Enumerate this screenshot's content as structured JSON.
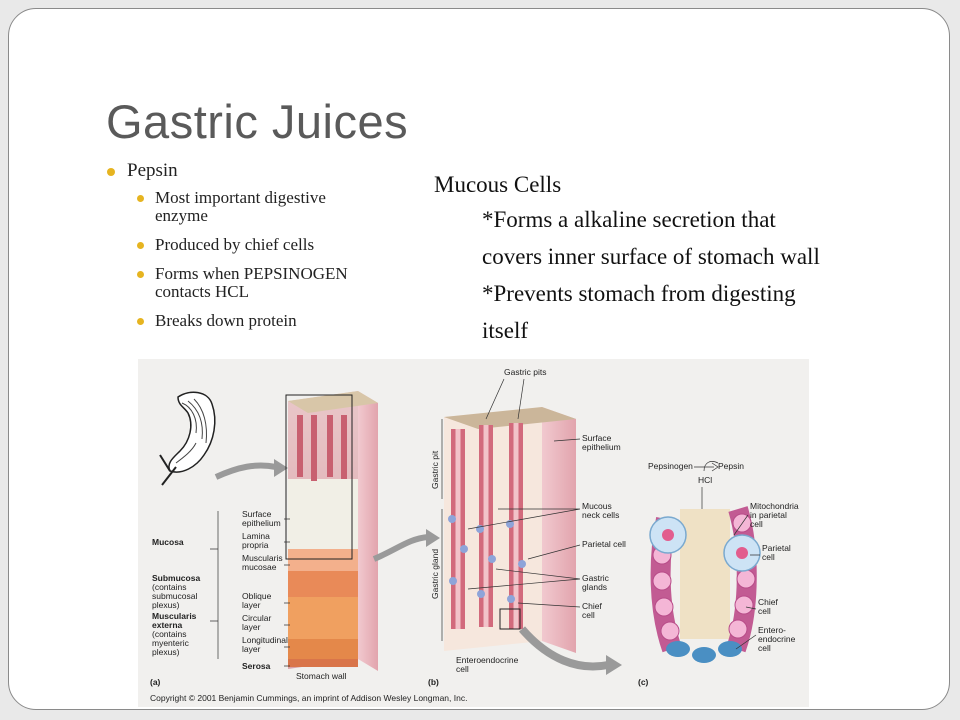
{
  "title": "Gastric Juices",
  "pepsin": {
    "label": "Pepsin",
    "items": [
      "Most important digestive enzyme",
      "Produced by chief cells",
      "Forms when PEPSINOGEN contacts HCL",
      "Breaks down protein"
    ]
  },
  "mucous": {
    "heading": "Mucous Cells",
    "lines": [
      "*Forms a alkaline secretion that",
      "covers inner surface of stomach wall",
      "*Prevents stomach from digesting",
      "itself"
    ]
  },
  "figure": {
    "panel_a": {
      "label": "(a)",
      "caption": "Stomach wall",
      "labels": {
        "surface_epithelium": [
          "Surface",
          "epithelium"
        ],
        "lamina_propria": [
          "Lamina",
          "propria"
        ],
        "muscularis_mucosae": [
          "Muscularis",
          "mucosae"
        ],
        "oblique_layer": [
          "Oblique",
          "layer"
        ],
        "circular_layer": [
          "Circular",
          "layer"
        ],
        "longitudinal_layer": [
          "Longitudinal",
          "layer"
        ],
        "serosa": "Serosa",
        "mucosa": "Mucosa",
        "submucosa": [
          "Submucosa",
          "(contains",
          "submucosal",
          "plexus)"
        ],
        "muscularis_externa": [
          "Muscularis",
          "externa",
          "(contains",
          "myenteric",
          "plexus)"
        ]
      }
    },
    "panel_b": {
      "label": "(b)",
      "labels": {
        "gastric_pits": "Gastric pits",
        "surface_epithelium": [
          "Surface",
          "epithelium"
        ],
        "gastric_pit": "Gastric pit",
        "gastric_gland": "Gastric gland",
        "mucous_neck_cells": [
          "Mucous",
          "neck cells"
        ],
        "parietal_cell": "Parietal cell",
        "gastric_glands": [
          "Gastric",
          "glands"
        ],
        "chief_cell": [
          "Chief",
          "cell"
        ],
        "enteroendocrine_cell": [
          "Enteroendocrine",
          "cell"
        ]
      }
    },
    "panel_c": {
      "label": "(c)",
      "labels": {
        "pepsinogen": "Pepsinogen",
        "pepsin": "Pepsin",
        "hcl": "HCl",
        "mitochondria": [
          "Mitochondria",
          "in parietal",
          "cell"
        ],
        "parietal_cell": [
          "Parietal",
          "cell"
        ],
        "chief_cell": [
          "Chief",
          "cell"
        ],
        "enteroendocrine_cell": [
          "Entero-",
          "endocrine",
          "cell"
        ]
      }
    },
    "copyright": "Copyright © 2001 Benjamin Cummings, an imprint of Addison Wesley Longman, Inc."
  },
  "colors": {
    "bullet": "#e6b420",
    "title": "#5a5a5a",
    "figure_bg": "#f1f0ee"
  }
}
